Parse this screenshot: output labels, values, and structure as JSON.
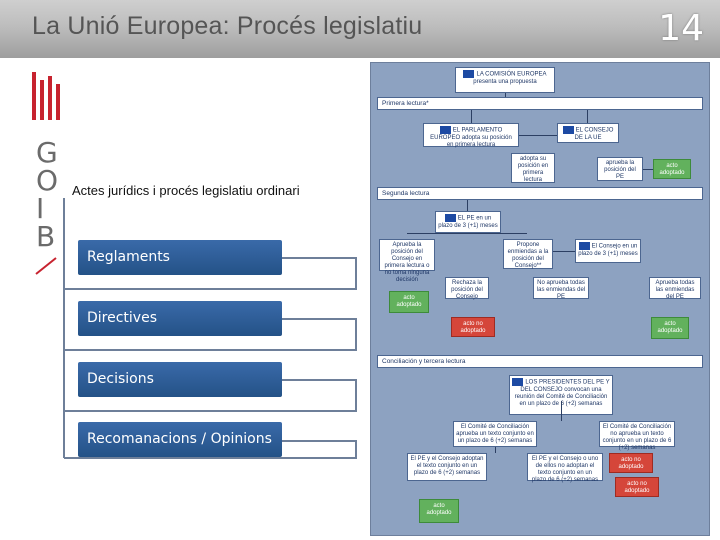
{
  "header": {
    "title": "La Unió Europea: Procés legislatiu",
    "slide_number": "14"
  },
  "logo": {
    "letters": [
      "G",
      "O",
      "I",
      "B"
    ]
  },
  "subtitle": "Actes jurídics i procés legislatiu ordinari",
  "items": [
    {
      "label": "Reglaments"
    },
    {
      "label": "Directives"
    },
    {
      "label": "Decisions"
    },
    {
      "label": "Recomanacions / Opinions"
    }
  ],
  "colors": {
    "item_blue": "#2f5f9c",
    "panel_bg": "#8da2c1",
    "green": "#62b15d",
    "red": "#d5463a"
  },
  "flowchart": {
    "commission": "LA COMISIÓN EUROPEA presenta una propuesta",
    "first_reading": "Primera lectura*",
    "parliament_first": "EL PARLAMENTO EUROPEO adopta su posición en primera lectura",
    "council_first": "EL CONSEJO DE LA UE",
    "adopts_position": "adopta su posición en primera lectura",
    "approves_position": "aprueba la posición del PE",
    "adopted_1": "acto adoptado",
    "second_reading": "Segunda lectura",
    "pe_three_months": "EL PE en un plazo de 3 (+1) meses",
    "approves_council": "Aprueba la posición del Consejo en primera lectura o no toma ninguna decisión",
    "proposes_amend": "Propone enmiendas a la posición del Consejo**",
    "rejects": "Rechaza la posición del Consejo",
    "council_three_months": "El Consejo en un plazo de 3 (+1) meses",
    "not_approves": "No aprueba todas las enmiendas del PE",
    "approves_all": "Aprueba todas las enmiendas del PE",
    "adopted_2": "acto adoptado",
    "not_adopted_1": "acto no adoptado",
    "adopted_3": "acto adoptado",
    "conciliation": "Conciliación y tercera lectura",
    "presidents": "LOS PRESIDENTES DEL PE Y DEL CONSEJO convocan una reunión del Comité de Conciliación en un plazo de 6 (+2) semanas",
    "committee_approves": "El Comité de Conciliación aprueba un texto conjunto en un plazo de 6 (+2) semanas",
    "committee_not": "El Comité de Conciliación no aprueba un texto conjunto en un plazo de 6 (+2) semanas",
    "both_adopt": "El PE y el Consejo adoptan el texto conjunto en un plazo de 6 (+2) semanas",
    "either_not": "El PE y el Consejo o uno de ellos no adoptan el texto conjunto en un plazo de 6 (+2) semanas",
    "not_adopted_2": "acto no adoptado",
    "not_adopted_3": "acto no adoptado",
    "adopted_4": "acto adoptado"
  }
}
